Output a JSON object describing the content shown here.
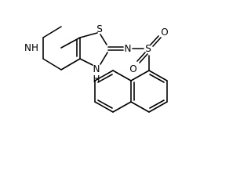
{
  "molecule": {
    "atom_labels": {
      "nh_ring6": "NH",
      "s_thiazole": "S",
      "n_imine": "N",
      "nh_thiazole_1": "N",
      "nh_thiazole_2": "H",
      "s_sulfonyl": "S",
      "o_upper": "O",
      "o_lower": "O"
    },
    "colors": {
      "bond": "#000000",
      "label": "#000000",
      "background": "#ffffff"
    }
  }
}
